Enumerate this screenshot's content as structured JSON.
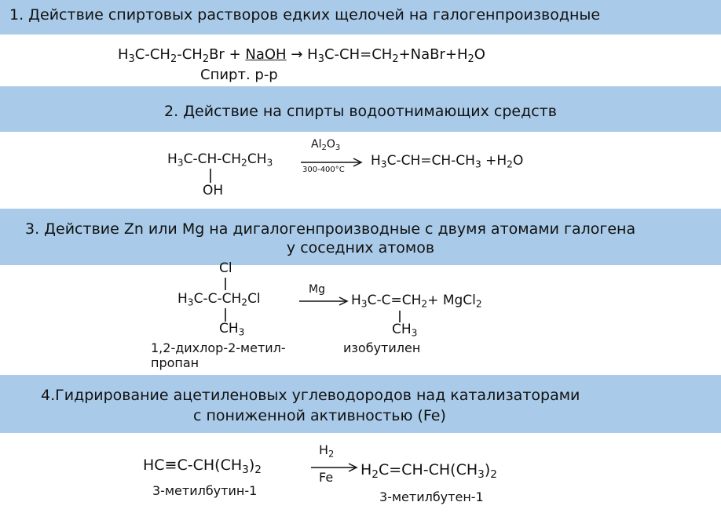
{
  "sections": [
    {
      "title": "1. Действие спиртовых растворов едких щелочей на галогенпроизводные",
      "equation": {
        "reactant1": [
          "H",
          "3",
          "C-CH",
          "2",
          "-CH",
          "2",
          "Br"
        ],
        "plus1": "+",
        "reagent": "NaOH",
        "arrow": "→",
        "product1": [
          "H",
          "3",
          "C-CH=CH",
          "2"
        ],
        "plus2": "+NaBr+H",
        "plus2_sub": "2",
        "plus2_end": "O",
        "note": "Спирт. р-р"
      }
    },
    {
      "title": "2. Действие на спирты водоотнимающих средств",
      "equation": {
        "reactant_h": "H",
        "reactant_h_sub": "3",
        "reactant_main": "C-CH-CH",
        "reactant_main_sub": "2",
        "reactant_end": "CH",
        "reactant_end_sub": "3",
        "oh": "OH",
        "catalyst": "Al",
        "catalyst_sub1": "2",
        "catalyst_o": "O",
        "catalyst_sub2": "3",
        "condition": "300-400°C",
        "product_h": "H",
        "product_h_sub": "3",
        "product_main": "C-CH=CH-CH",
        "product_main_sub": "3",
        "plus_water": "+H",
        "water_sub": "2",
        "water_o": "O"
      }
    },
    {
      "title_line1": "3. Действие Zn или Mg на дигалогенпроизводные с двумя атомами галогена",
      "title_line2": "у соседних атомов",
      "equation": {
        "cl_top": "Cl",
        "reactant_h": "H",
        "reactant_h_sub": "3",
        "reactant_main": "C-C-CH",
        "reactant_main_sub": "2",
        "reactant_end": "Cl",
        "ch3_bottom": "CH",
        "ch3_bottom_sub": "3",
        "reagent": "Mg",
        "product_h": "H",
        "product_h_sub": "3",
        "product_main": "C-C=CH",
        "product_main_sub": "2",
        "plus": "+ MgCl",
        "plus_sub": "2",
        "product_ch3": "CH",
        "product_ch3_sub": "3",
        "name_reactant_line1": "1,2-дихлор-2-метил-",
        "name_reactant_line2": "пропан",
        "name_product": "изобутилен"
      }
    },
    {
      "title_line1": "4.Гидрирование ацетиленовых углеводородов над катализаторами",
      "title_line2": "с пониженной активностью (Fe)",
      "equation": {
        "reactant": "HC≡C-CH(CH",
        "reactant_sub1": "3",
        "reactant_close": ")",
        "reactant_sub2": "2",
        "reagent_top": "H",
        "reagent_top_sub": "2",
        "reagent_bottom": "Fe",
        "product_h": "H",
        "product_h_sub": "2",
        "product_main": "C=CH-CH(CH",
        "product_sub1": "3",
        "product_close": ")",
        "product_sub2": "2",
        "name_reactant": "3-метилбутин-1",
        "name_product": "3-метилбутен-1"
      }
    }
  ],
  "colors": {
    "band": "#a9cbe9",
    "text": "#111111",
    "background": "#ffffff"
  }
}
